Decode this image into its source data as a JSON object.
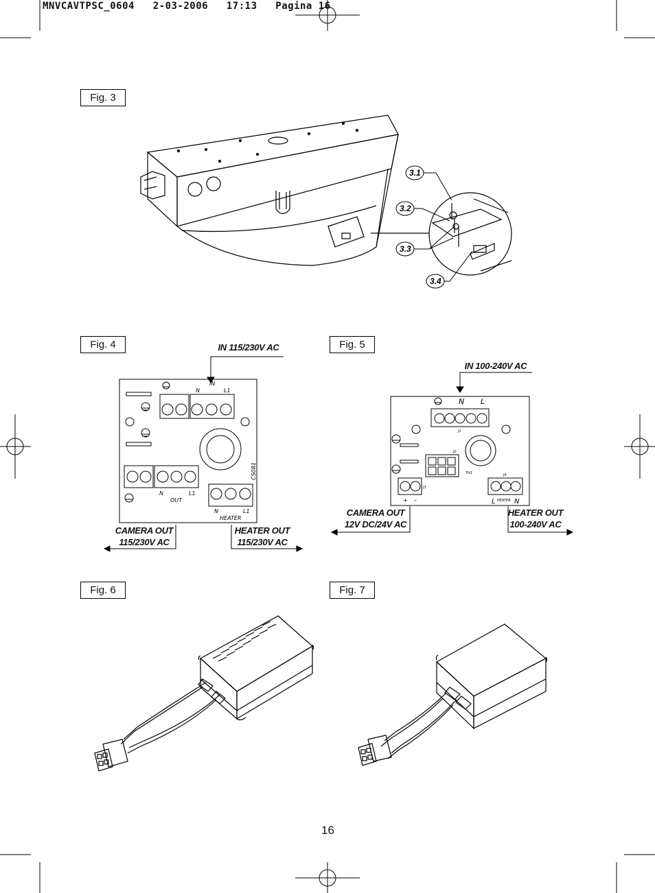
{
  "header": {
    "text": "MNVCAVTPSC_0604   2-03-2006   17:13   Pagina 16"
  },
  "figures": {
    "fig3": {
      "label": "Fig. 3",
      "callouts": [
        "3.1",
        "3.2",
        "3.3",
        "3.4"
      ]
    },
    "fig4": {
      "label": "Fig. 4",
      "in_label": "IN 115/230V AC",
      "camera_out": [
        "CAMERA OUT",
        "115/230V AC"
      ],
      "heater_out": [
        "HEATER OUT",
        "115/230V AC"
      ],
      "pcb": {
        "in": "IN",
        "n": "N",
        "l1": "L1",
        "out": "OUT",
        "heater": "HEATER",
        "code": "CS081"
      }
    },
    "fig5": {
      "label": "Fig. 5",
      "in_label": "IN 100-240V AC",
      "camera_out": [
        "CAMERA OUT",
        "12V DC/24V AC"
      ],
      "heater_out": [
        "HEATER OUT",
        "100-240V AC"
      ],
      "pcb": {
        "n": "N",
        "l": "L",
        "j1": "J1",
        "j2": "J2",
        "j3": "J3",
        "j4": "J4",
        "th1": "TH1",
        "plus": "+",
        "minus": "–",
        "heater": "HEATER"
      }
    },
    "fig6": {
      "label": "Fig. 6"
    },
    "fig7": {
      "label": "Fig. 7"
    }
  },
  "page_number": "16"
}
